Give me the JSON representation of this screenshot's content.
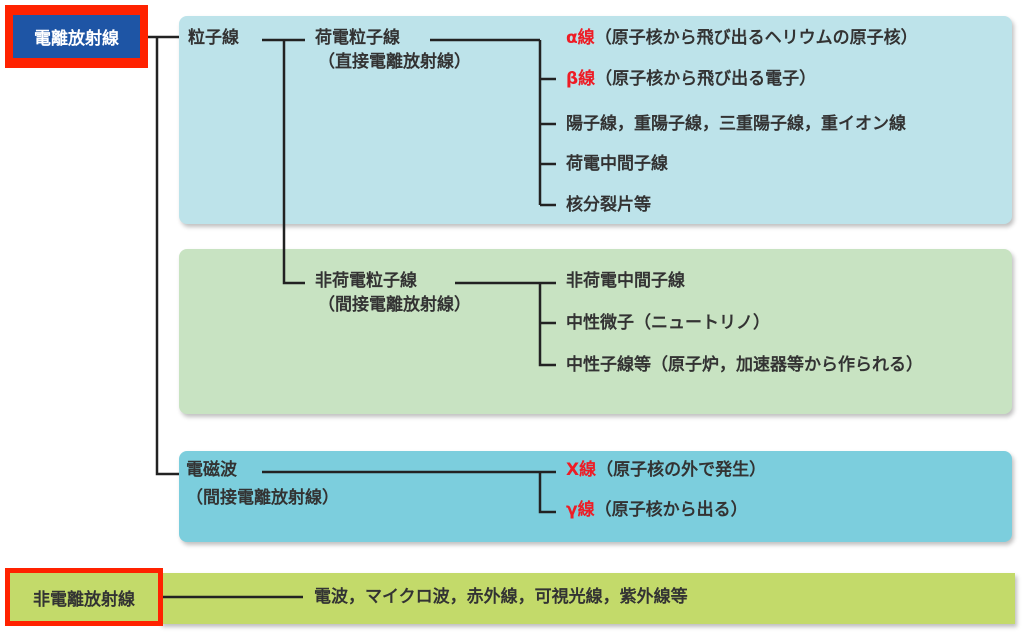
{
  "root": {
    "label": "電離放射線"
  },
  "non_ionizing": {
    "label": "非電離放射線",
    "items": "電波，マイクロ波，赤外線，可視光線，紫外線等"
  },
  "particle": {
    "label": "粒子線"
  },
  "charged": {
    "label": "荷電粒子線",
    "sub": "（直接電離放射線）",
    "items": [
      {
        "prefix": "α線",
        "text": "（原子核から飛び出るヘリウムの原子核）"
      },
      {
        "prefix": "β線",
        "text": "（原子核から飛び出る電子）"
      },
      {
        "prefix": "",
        "text": "陽子線，重陽子線，三重陽子線，重イオン線"
      },
      {
        "prefix": "",
        "text": "荷電中間子線"
      },
      {
        "prefix": "",
        "text": "核分裂片等"
      }
    ]
  },
  "uncharged": {
    "label": "非荷電粒子線",
    "sub": "（間接電離放射線）",
    "items": [
      {
        "text": "非荷電中間子線"
      },
      {
        "text": "中性微子（ニュートリノ）"
      },
      {
        "text": "中性子線等（原子炉，加速器等から作られる）"
      }
    ]
  },
  "em": {
    "label": "電磁波",
    "sub": "（間接電離放射線）",
    "items": [
      {
        "prefix": "X線",
        "text": "（原子核の外で発生）"
      },
      {
        "prefix": "γ線",
        "text": "（原子核から出る）"
      }
    ]
  },
  "colors": {
    "accent_red": "#ee1c25",
    "root_blue": "#1e55a5",
    "frame_red": "#ff2200"
  }
}
